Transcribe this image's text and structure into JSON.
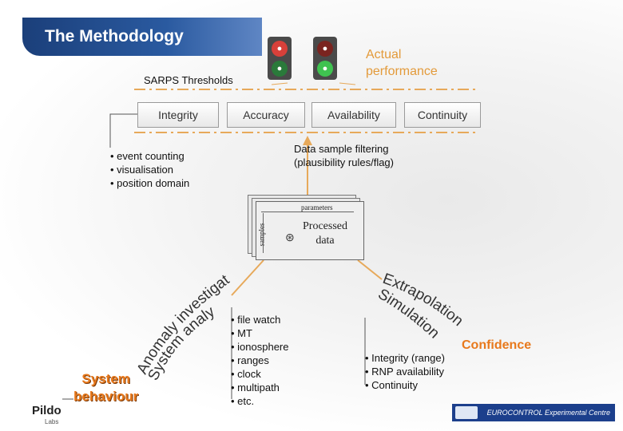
{
  "title": "The Methodology",
  "thresholds_label": "SARPS Thresholds",
  "actual_performance": [
    "Actual",
    "performance"
  ],
  "headers": [
    "Integrity",
    "Accuracy",
    "Availability",
    "Continuity"
  ],
  "left_list": [
    "• event counting",
    "• visualisation",
    "• position domain"
  ],
  "filter_text": [
    "Data sample filtering",
    "(plausibility rules/flag)"
  ],
  "card": {
    "parameters": "parameters",
    "samples": "samples",
    "processed": [
      "Processed",
      "data"
    ]
  },
  "curved_left_1": "Anomaly investigation",
  "curved_left_2": "System analysis",
  "curved_right_1": "Extrapolation",
  "curved_right_2": "Simulation",
  "middle_list": [
    "• file watch",
    "• MT",
    "• ionosphere",
    "• ranges",
    "• clock",
    "• multipath",
    "• etc."
  ],
  "right_list": [
    "• Integrity (range)",
    "• RNP availability",
    "• Continuity"
  ],
  "system_behaviour": [
    "System",
    "behaviour"
  ],
  "confidence": "Confidence",
  "footer_left": "Pildo",
  "footer_left_sub": "Labs",
  "footer_right": "EUROCONTROL Experimental Centre",
  "colors": {
    "accent": "#e8791c",
    "dash": "#e7a95a",
    "title_bg": "#2a5aa0"
  }
}
